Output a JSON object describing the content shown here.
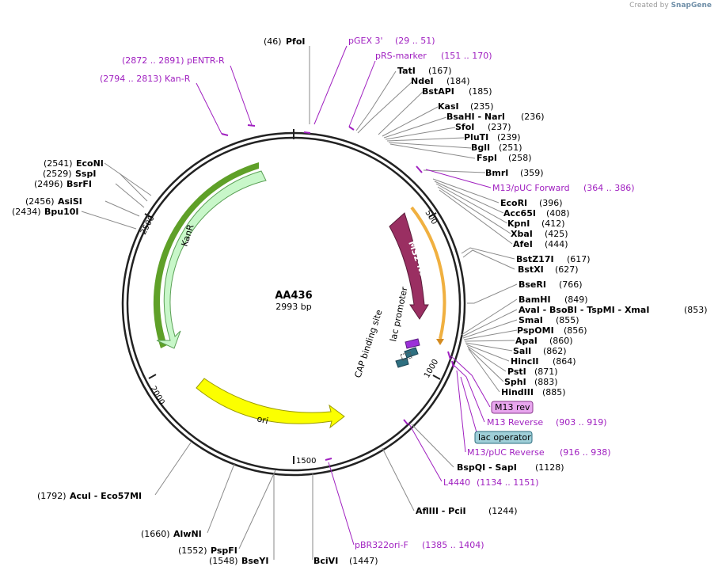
{
  "credit": {
    "prefix": "Created by",
    "brand": "SnapGene"
  },
  "plasmid": {
    "name": "AA436",
    "size_label": "2993 bp",
    "length": 2993
  },
  "ticks": [
    "500",
    "1000",
    "1500",
    "2000",
    "2500"
  ],
  "enzymes": [
    {
      "pos": "(46)",
      "name": "PfoI"
    },
    {
      "name": "TatI",
      "pos": "(167)"
    },
    {
      "name": "NdeI",
      "pos": "(184)"
    },
    {
      "name": "BstAPI",
      "pos": "(185)"
    },
    {
      "name": "KasI",
      "pos": "(235)"
    },
    {
      "name": "BsaHI - NarI",
      "pos": "(236)"
    },
    {
      "name": "SfoI",
      "pos": "(237)"
    },
    {
      "name": "PluTI",
      "pos": "(239)"
    },
    {
      "name": "BglI",
      "pos": "(251)"
    },
    {
      "name": "FspI",
      "pos": "(258)"
    },
    {
      "name": "BmrI",
      "pos": "(359)"
    },
    {
      "name": "EcoRI",
      "pos": "(396)"
    },
    {
      "name": "Acc65I",
      "pos": "(408)"
    },
    {
      "name": "KpnI",
      "pos": "(412)"
    },
    {
      "name": "XbaI",
      "pos": "(425)"
    },
    {
      "name": "AfeI",
      "pos": "(444)"
    },
    {
      "name": "BstZ17I",
      "pos": "(617)"
    },
    {
      "name": "BstXI",
      "pos": "(627)"
    },
    {
      "name": "BseRI",
      "pos": "(766)"
    },
    {
      "name": "BamHI",
      "pos": "(849)"
    },
    {
      "name": "AvaI - BsoBI - TspMI - XmaI",
      "pos": "(853)"
    },
    {
      "name": "SmaI",
      "pos": "(855)"
    },
    {
      "name": "PspOMI",
      "pos": "(856)"
    },
    {
      "name": "ApaI",
      "pos": "(860)"
    },
    {
      "name": "SalI",
      "pos": "(862)"
    },
    {
      "name": "HincII",
      "pos": "(864)"
    },
    {
      "name": "PstI",
      "pos": "(871)"
    },
    {
      "name": "SphI",
      "pos": "(883)"
    },
    {
      "name": "HindIII",
      "pos": "(885)"
    },
    {
      "name": "BspQI - SapI",
      "pos": "(1128)"
    },
    {
      "name": "AflIII - PciI",
      "pos": "(1244)"
    },
    {
      "name": "BciVI",
      "pos": "(1447)"
    },
    {
      "pos": "(1548)",
      "name": "BseYI"
    },
    {
      "pos": "(1552)",
      "name": "PspFI"
    },
    {
      "pos": "(1660)",
      "name": "AlwNI"
    },
    {
      "pos": "(1792)",
      "name": "AcuI - Eco57MI"
    },
    {
      "pos": "(2434)",
      "name": "Bpu10I"
    },
    {
      "pos": "(2456)",
      "name": "AsiSI"
    },
    {
      "pos": "(2496)",
      "name": "BsrFI"
    },
    {
      "pos": "(2529)",
      "name": "SspI"
    },
    {
      "pos": "(2541)",
      "name": "EcoNI"
    }
  ],
  "primers": [
    {
      "name": "pGEX 3'",
      "range": "(29 .. 51)"
    },
    {
      "name": "pRS-marker",
      "range": "(151 .. 170)"
    },
    {
      "name": "M13/pUC Forward",
      "range": "(364 .. 386)"
    },
    {
      "name": "M13 Reverse",
      "range": "(903 .. 919)"
    },
    {
      "name": "M13/pUC Reverse",
      "range": "(916 .. 938)"
    },
    {
      "name": "L4440",
      "range": "(1134 .. 1151)"
    },
    {
      "name": "pBR322ori-F",
      "range": "(1385 .. 1404)"
    },
    {
      "range": "(2794 .. 2813)",
      "name": "Kan-R"
    },
    {
      "range": "(2872 .. 2891)",
      "name": "pENTR-R"
    }
  ],
  "boxed_labels": [
    {
      "text": "M13 rev",
      "color": "#e8a6ee"
    },
    {
      "text": "lac operator",
      "color": "#9fcfd8"
    }
  ],
  "features": [
    {
      "name": "MS2-N55K",
      "color": "#9a2f62"
    },
    {
      "name": "KanR",
      "color": "#c8f7c9"
    },
    {
      "name": "ori",
      "color": "#fbff00"
    },
    {
      "name": "lac promoter",
      "color": "#9b30d8"
    },
    {
      "name": "CAP binding site",
      "color": "#2e6f80"
    }
  ],
  "colors": {
    "backbone": "#222222",
    "enzyme_line": "#8a8a8a",
    "primer": "#a020c0"
  }
}
